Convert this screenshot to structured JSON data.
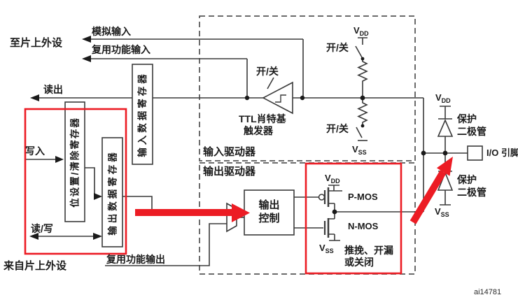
{
  "figure": {
    "id_label": "ai14781"
  },
  "colors": {
    "line": "#3a3a3a",
    "highlight_red": "#ec1c24"
  },
  "labels": {
    "to_onchip_peripherals": "至片上外设",
    "from_onchip_peripherals": "来自片上外设",
    "analog_input": "模拟输入",
    "alternate_function_input": "复用功能输入",
    "read_out": "读出",
    "write_in": "写入",
    "read_write": "读/写",
    "alternate_function_output": "复用功能输出",
    "on_off": "开/关",
    "input_driver": "输入驱动器",
    "output_driver": "输出驱动器",
    "ttl_schmitt_line1": "TTL肖特基",
    "ttl_schmitt_line2": "触发器",
    "output_control_line1": "输出",
    "output_control_line2": "控制",
    "pmos": "P-MOS",
    "nmos": "N-MOS",
    "push_pull_line1": "推挽、开漏",
    "push_pull_line2": "或关闭",
    "protection_diode_line1": "保护",
    "protection_diode_line2": "二极管",
    "io_pin": "I/O 引脚"
  },
  "registers": {
    "input_data": "输入数据寄存器",
    "bit_set_reset": "位设置/清除寄存器",
    "output_data": "输出数据寄存器"
  },
  "power": {
    "v": "V",
    "dd": "DD",
    "ss": "SS"
  }
}
